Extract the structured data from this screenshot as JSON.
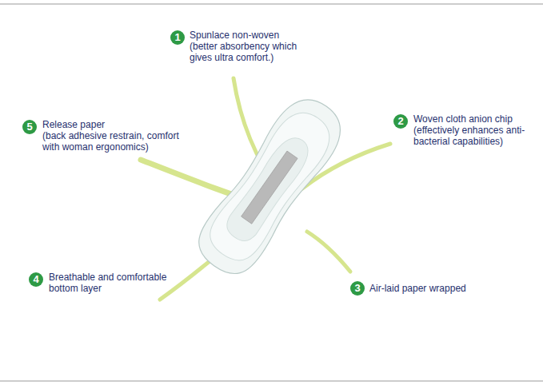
{
  "diagram": {
    "labels": [
      "1",
      "Spunlace non-woven",
      "(better absorbency which gives ultra comfort.)",
      "2",
      "Woven cloth anion chip",
      "(effectively enhances anti-bacterial capabilities)",
      "5",
      "Release paper",
      "(back adhesive restrain, comfort with woman ergonomics)",
      "4",
      "Breathable and comfortable bottom layer",
      "3",
      "Air-laid paper wrapped"
    ]
  }
}
